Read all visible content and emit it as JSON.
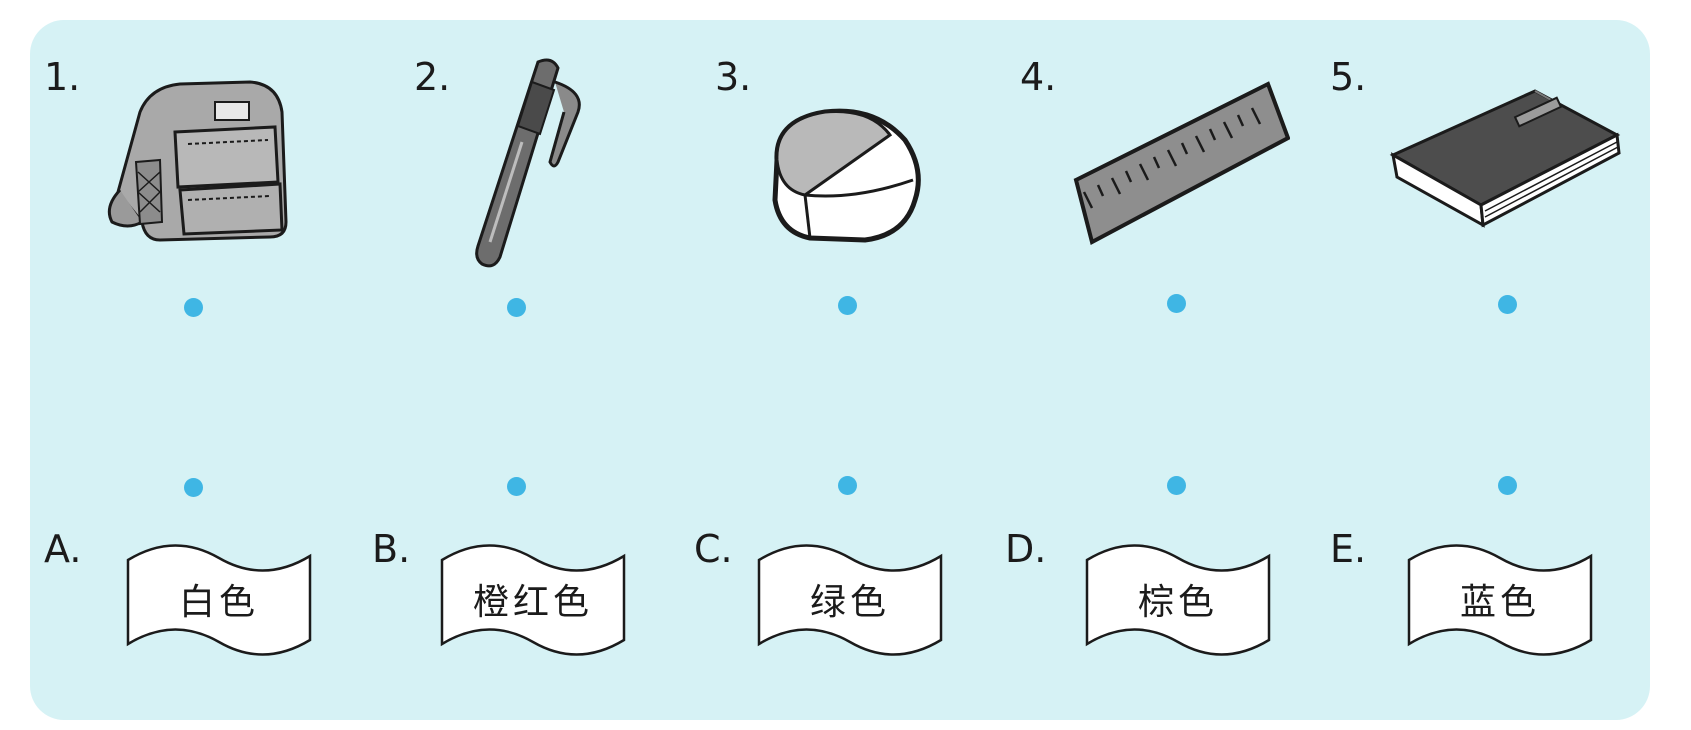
{
  "items": [
    {
      "number": "1.",
      "icon": "backpack-icon",
      "dot": "item-1-dot"
    },
    {
      "number": "2.",
      "icon": "pen-icon",
      "dot": "item-2-dot"
    },
    {
      "number": "3.",
      "icon": "eraser-icon",
      "dot": "item-3-dot"
    },
    {
      "number": "4.",
      "icon": "ruler-icon",
      "dot": "item-4-dot"
    },
    {
      "number": "5.",
      "icon": "book-icon",
      "dot": "item-5-dot"
    }
  ],
  "options": [
    {
      "letter": "A.",
      "label": "白色"
    },
    {
      "letter": "B.",
      "label": "橙红色"
    },
    {
      "letter": "C.",
      "label": "绿色"
    },
    {
      "letter": "D.",
      "label": "棕色"
    },
    {
      "letter": "E.",
      "label": "蓝色"
    }
  ],
  "colors": {
    "panel_background": "#d6f2f5",
    "dot": "#3fb6e4",
    "ink": "#1b1b1b",
    "item_fill": "#a9a9a9",
    "item_dark": "#4a4a4a"
  }
}
